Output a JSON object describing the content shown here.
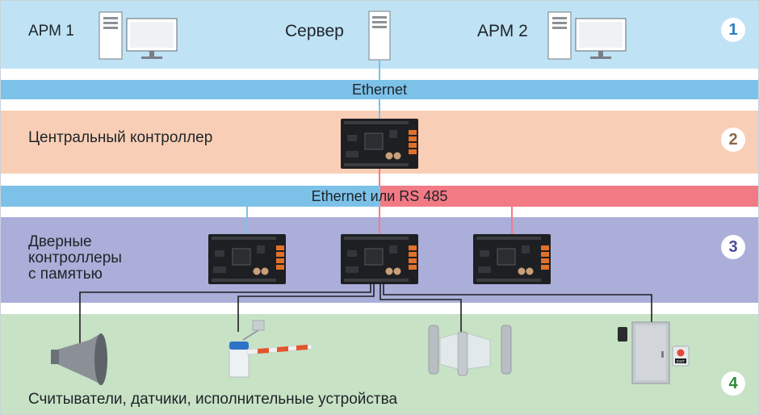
{
  "tiers": {
    "workstations": {
      "arm1": "АРМ 1",
      "server": "Сервер",
      "arm2": "АРМ 2",
      "badge": "1"
    },
    "bus1": "Ethernet",
    "central": {
      "label": "Центральный контроллер",
      "badge": "2"
    },
    "bus2": "Ethernet или RS 485",
    "door": {
      "label_lines": [
        "Дверные",
        "контроллеры",
        "с памятью"
      ],
      "badge": "3"
    },
    "devices": {
      "label": "Считыватели, датчики, исполнительные устройства",
      "badge": "4",
      "exit_button": "EXIT"
    }
  },
  "colors": {
    "tier1": "#bfe3f5",
    "tier2": "#f8cfb6",
    "tier3": "#aaaed8",
    "tier4": "#c7e2c5",
    "bus_blue": "#7cc1e8",
    "bus_red": "#f27a85",
    "badge1": "#2a7fc1",
    "badge2": "#8a6a4a",
    "badge3": "#4a4a9a",
    "badge4": "#2e8a3a"
  },
  "icons": [
    "computer-icon",
    "server-icon",
    "controller-board-icon",
    "speaker-icon",
    "barrier-gate-icon",
    "turnstile-icon",
    "door-icon",
    "card-reader-icon",
    "exit-button-icon"
  ]
}
